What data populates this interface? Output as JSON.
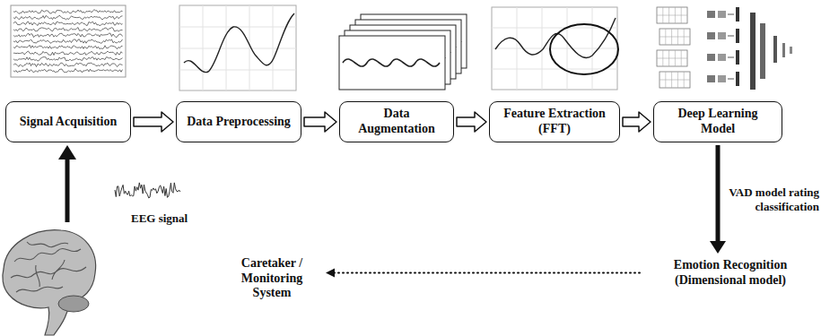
{
  "diagram": {
    "nodes": [
      {
        "text": [
          "Signal Acquisition"
        ]
      },
      {
        "text": [
          "Data Preprocessing"
        ]
      },
      {
        "text": [
          "Data Augmentation"
        ]
      },
      {
        "text": [
          "Feature Extraction (FFT)"
        ]
      },
      {
        "text": [
          "Deep Learning Model"
        ]
      },
      {
        "text": [
          "Emotion Recognition (Dimensional model)"
        ]
      },
      {
        "text": [
          "Caretaker / Monitoring System"
        ]
      }
    ],
    "edges": [
      {
        "from": 0,
        "to": 1,
        "arrow": "to"
      },
      {
        "from": 1,
        "to": 2,
        "arrow": "to"
      },
      {
        "from": 2,
        "to": 3,
        "arrow": "to"
      },
      {
        "from": 3,
        "to": 4,
        "arrow": "to"
      },
      {
        "from": 4,
        "to": 5,
        "label": "VAD model rating classification",
        "arrow": "to"
      },
      {
        "from": 5,
        "to": 6,
        "arrow": "to"
      }
    ],
    "labels": [
      "EEG signal"
    ]
  }
}
